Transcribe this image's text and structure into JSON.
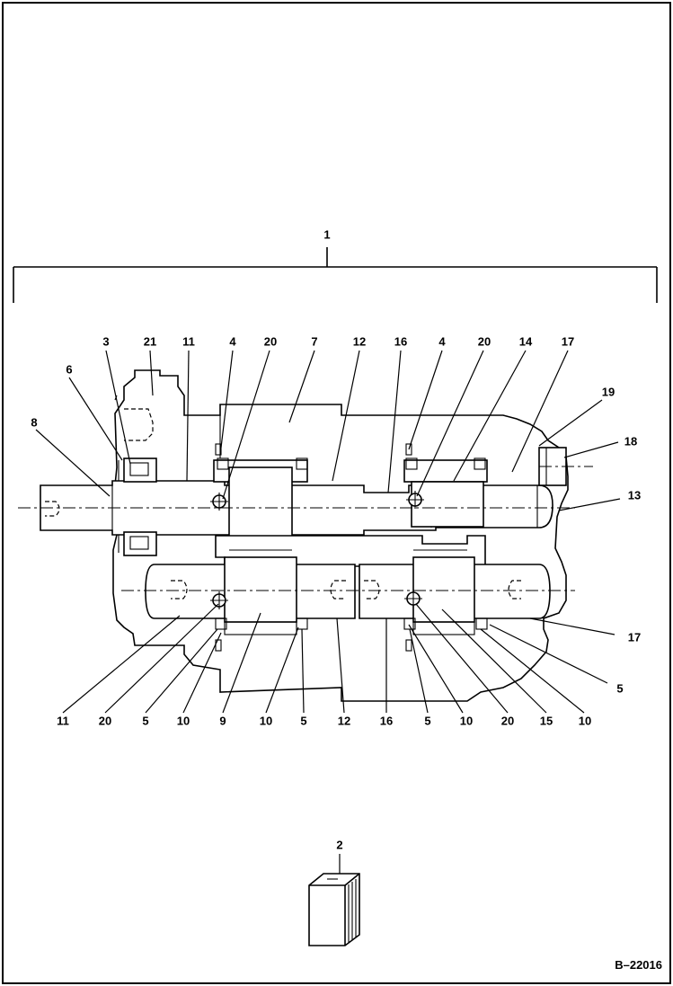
{
  "figure_id": "B–22016",
  "assembly_callout": "1",
  "kit_callout": "2",
  "callouts_top": [
    "3",
    "21",
    "11",
    "4",
    "20",
    "7",
    "12",
    "16",
    "4",
    "20",
    "14",
    "17"
  ],
  "callouts_right": [
    "19",
    "18",
    "13",
    "17",
    "5"
  ],
  "callouts_left": [
    "6",
    "8"
  ],
  "callouts_bottom": [
    "11",
    "20",
    "5",
    "10",
    "9",
    "10",
    "5",
    "12",
    "16",
    "5",
    "10",
    "20",
    "15",
    "10"
  ],
  "watermark": "",
  "colors": {
    "ink": "#000000",
    "paper": "#ffffff"
  }
}
